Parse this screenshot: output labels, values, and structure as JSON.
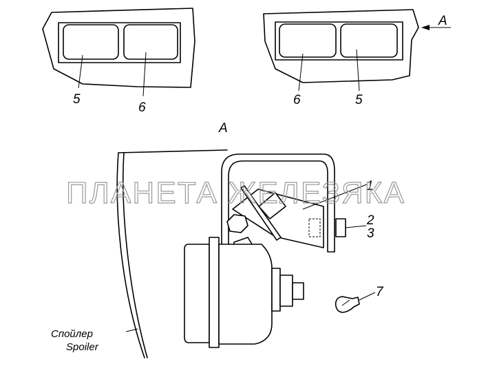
{
  "view_label": "A",
  "arrow_label": "A",
  "left_lamp": {
    "labels": [
      "5",
      "6"
    ]
  },
  "right_lamp": {
    "labels": [
      "6",
      "5"
    ]
  },
  "callouts": {
    "c1": "1",
    "c2": "2",
    "c3": "3",
    "c7": "7"
  },
  "spoiler": {
    "ru": "Спойлер",
    "en": "Spoiler"
  },
  "watermark": "ПЛАНЕТА ЖЕЛЕЗЯКА"
}
